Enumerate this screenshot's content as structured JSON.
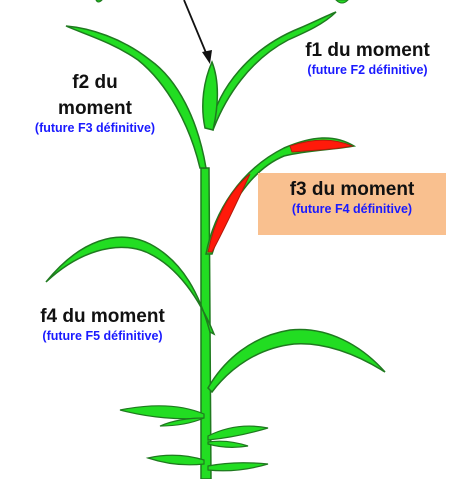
{
  "colors": {
    "leaf_fill": "#22dd22",
    "leaf_stroke": "#1f7a1f",
    "highlight_red": "#ff1a0a",
    "label_box": "#f9c08f",
    "subtext_blue": "#1a1aff",
    "text_dark": "#111111"
  },
  "labels": {
    "f1": {
      "title": "f1 du moment",
      "subtitle": "(future F2 définitive)"
    },
    "f2": {
      "title_line1": "f2 du",
      "title_line2": "moment",
      "subtitle": "(future F3 définitive)"
    },
    "f3": {
      "title": "f3 du moment",
      "subtitle": "(future F4 définitive)"
    },
    "f4": {
      "title": "f4 du moment",
      "subtitle": "(future F5 définitive)"
    }
  }
}
